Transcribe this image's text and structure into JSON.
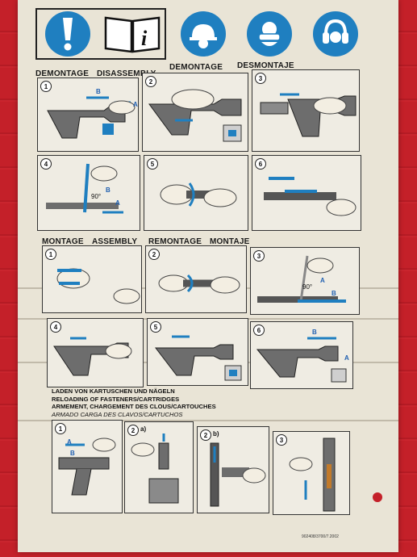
{
  "headings": {
    "disassembly": [
      "DEMONTAGE",
      "DISASSEMBLY",
      "DEMONTAGE",
      "DESMONTAJE"
    ],
    "assembly": [
      "MONTAGE",
      "ASSEMBLY",
      "REMONTAGE",
      "MONTAJE"
    ]
  },
  "reload_text": [
    "LADEN VON KARTUSCHEN UND NÄGELN",
    "RELOADING OF FASTENERS/CARTRIDGES",
    "ARMEMENT, CHARGEMENT DES CLOUS/CARTOUCHES",
    "ARMADO CARGA DES CLAVOS/CARTUCHOS"
  ],
  "steps": {
    "disassembly": [
      "1",
      "2",
      "3",
      "4",
      "5",
      "6"
    ],
    "assembly": [
      "1",
      "2",
      "3",
      "4",
      "5",
      "6"
    ],
    "reload": [
      "1",
      "2",
      "2",
      "3"
    ],
    "reload_sub": [
      "",
      "a)",
      "b)",
      ""
    ]
  },
  "callouts": {
    "A": "A",
    "B": "B",
    "angle": "90°"
  },
  "doc_code": "902408/3700/7.2002",
  "icons": [
    "exclamation-icon",
    "manual-info-icon",
    "hard-hat-icon",
    "safety-goggles-icon",
    "ear-protection-icon"
  ],
  "colors": {
    "accent": "#1f7fc0",
    "wall": "#c42029",
    "paper": "#e9e4d6"
  }
}
